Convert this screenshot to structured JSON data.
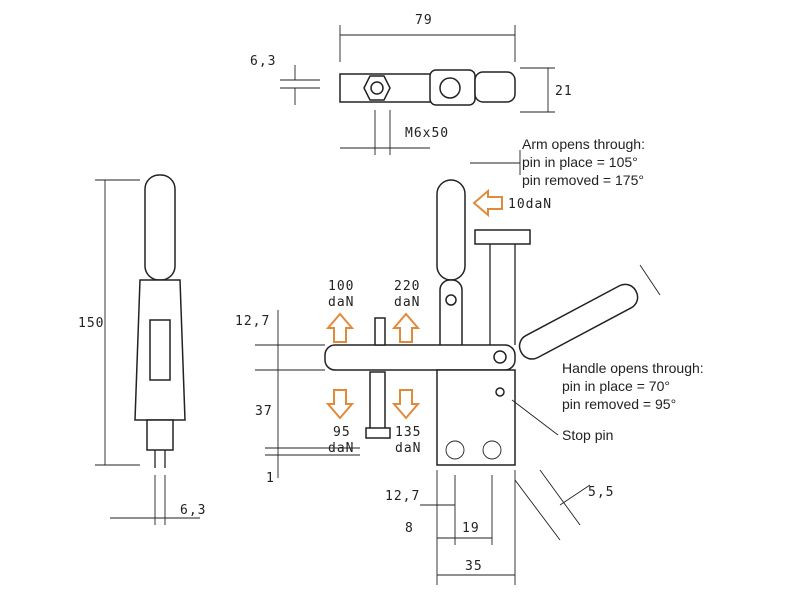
{
  "dimensions": {
    "top_width": "79",
    "top_thickness": "6,3",
    "top_height": "21",
    "bolt": "M6x50",
    "overall_height": "150",
    "side_thickness": "6,3",
    "bar_offset": "12,7",
    "spindle_height": "37",
    "base_gap": "1",
    "base_offset": "12,7",
    "hole_offset": "8",
    "hole_spacing": "19",
    "base_width": "35",
    "handle_width": "5,5"
  },
  "forces": {
    "up_left_value": "100",
    "up_left_unit": "daN",
    "up_right_value": "220",
    "up_right_unit": "daN",
    "down_left_value": "95",
    "down_left_unit": "daN",
    "down_right_value": "135",
    "down_right_unit": "daN",
    "side": "10daN"
  },
  "notes": {
    "arm_title": "Arm opens through:",
    "arm_pin_in": "pin in place = 105°",
    "arm_pin_out": "pin removed = 175°",
    "handle_title": "Handle opens through:",
    "handle_pin_in": "pin in place = 70°",
    "handle_pin_out": "pin removed = 95°",
    "stop_pin": "Stop pin"
  },
  "colors": {
    "arrow": "#e08a3c",
    "line": "#222222"
  }
}
